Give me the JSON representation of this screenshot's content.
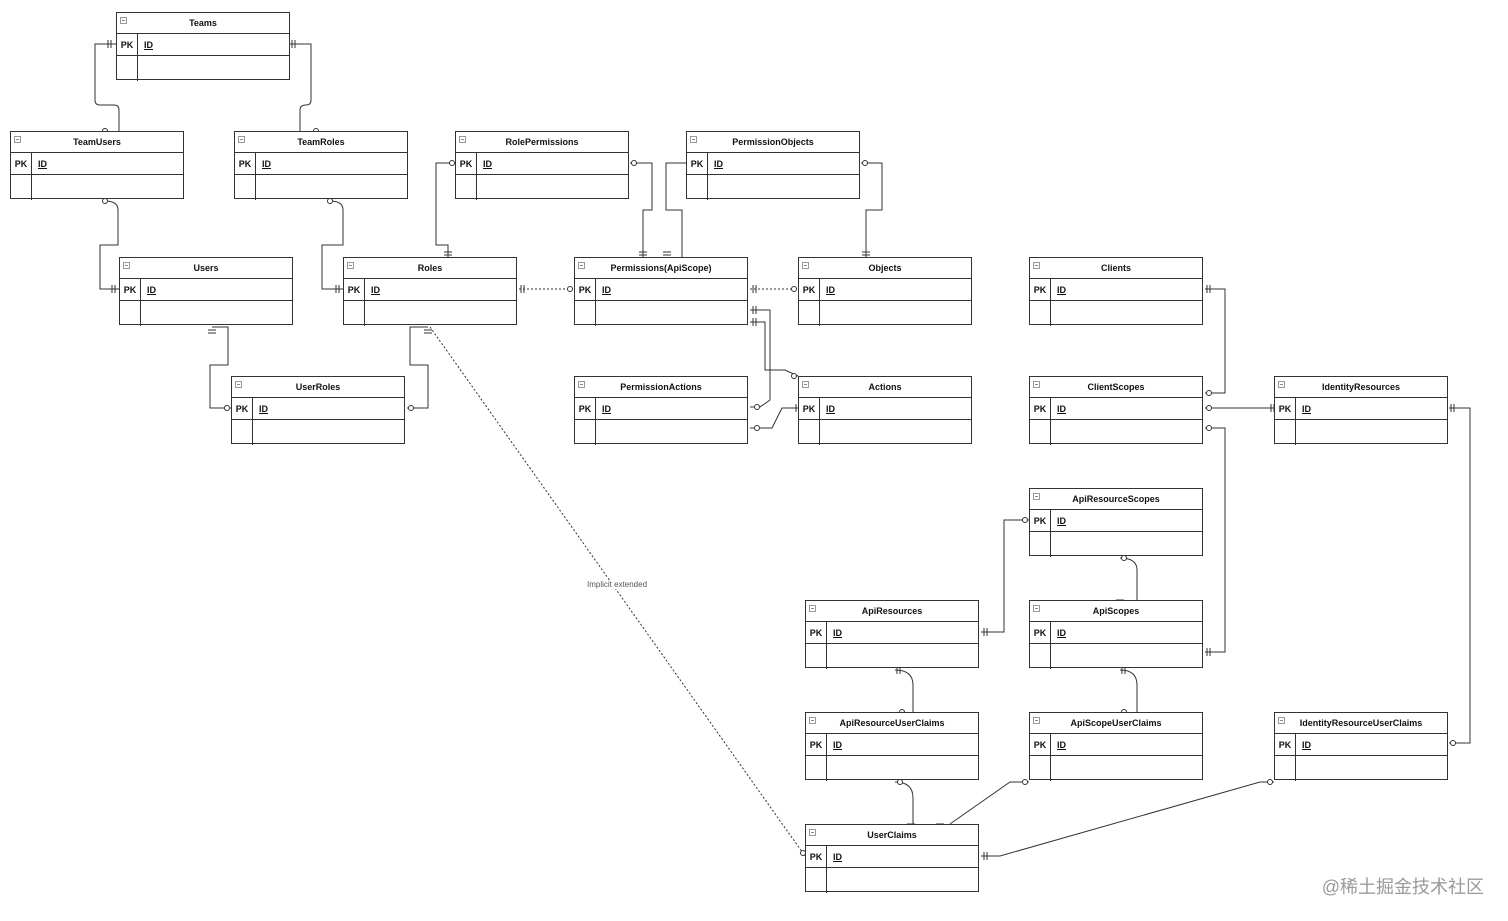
{
  "pk_label": "PK",
  "entities": [
    {
      "name": "Teams",
      "field": "ID"
    },
    {
      "name": "TeamUsers",
      "field": "ID"
    },
    {
      "name": "TeamRoles",
      "field": "ID"
    },
    {
      "name": "RolePermissions",
      "field": "ID"
    },
    {
      "name": "PermissionObjects",
      "field": "ID"
    },
    {
      "name": "Users",
      "field": "ID"
    },
    {
      "name": "Roles",
      "field": "ID"
    },
    {
      "name": "Permissions(ApiScope)",
      "field": "ID"
    },
    {
      "name": "Objects",
      "field": "ID"
    },
    {
      "name": "Clients",
      "field": "ID"
    },
    {
      "name": "UserRoles",
      "field": "ID"
    },
    {
      "name": "PermissionActions",
      "field": "ID"
    },
    {
      "name": "Actions",
      "field": "ID"
    },
    {
      "name": "ClientScopes",
      "field": "ID"
    },
    {
      "name": "IdentityResources",
      "field": "ID"
    },
    {
      "name": "ApiResourceScopes",
      "field": "ID"
    },
    {
      "name": "ApiResources",
      "field": "ID"
    },
    {
      "name": "ApiScopes",
      "field": "ID"
    },
    {
      "name": "ApiResourceUserClaims",
      "field": "ID"
    },
    {
      "name": "ApiScopeUserClaims",
      "field": "ID"
    },
    {
      "name": "IdentityResourceUserClaims",
      "field": "ID"
    },
    {
      "name": "UserClaims",
      "field": "ID"
    }
  ],
  "edge_label": "Implicit extended",
  "watermark": "@稀土掘金技术社区"
}
